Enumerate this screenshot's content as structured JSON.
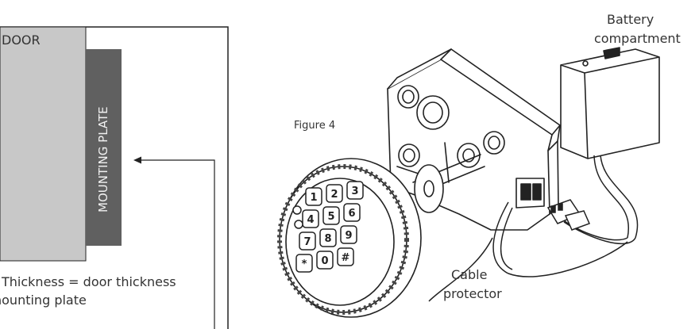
{
  "left_diagram": {
    "door_label": "DOOR",
    "mounting_plate_label": "MOUNTING PLATE",
    "caption_line1": "Thickness = door thickness",
    "caption_line2": "hounting plate"
  },
  "right_diagram": {
    "figure_label": "Figure 4",
    "battery_line1": "Battery",
    "battery_line2": "compartment",
    "cable_line1": "Cable",
    "cable_line2": "protector",
    "keypad_keys": [
      "1",
      "2",
      "3",
      "4",
      "5",
      "6",
      "7",
      "8",
      "9",
      "*",
      "0",
      "#"
    ]
  },
  "colors": {
    "door_fill": "#c8c8c8",
    "plate_fill": "#606060",
    "line": "#222222"
  }
}
